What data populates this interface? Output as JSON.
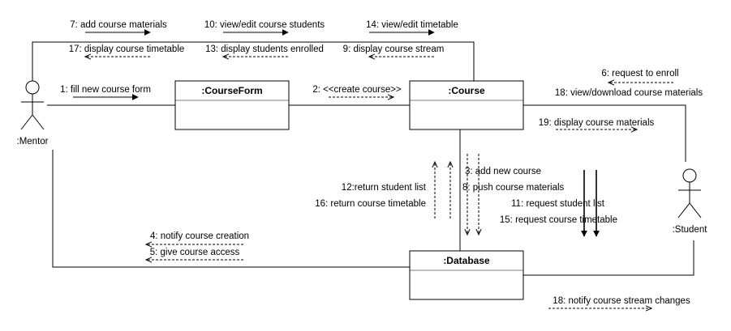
{
  "actors": {
    "mentor": ":Mentor",
    "student": ":Student"
  },
  "objects": {
    "course_form": ":CourseForm",
    "course": ":Course",
    "database": ":Database"
  },
  "messages": {
    "m1": "1: fill new course form",
    "m2": "2: <<create course>>",
    "m3": "3: add new course",
    "m4": "4: notify course creation",
    "m5": "5: give course access",
    "m6": "6: request to enroll",
    "m7": "7: add course materials",
    "m8": "8: push course materials",
    "m9": "9: display course stream",
    "m10": "10: view/edit course students",
    "m11": "11: request student list",
    "m12": "12:return student list",
    "m13": "13: display students enrolled",
    "m14": "14: view/edit timetable",
    "m15": "15: request course timetable",
    "m16": "16: return course timetable",
    "m17": "17: display course timetable",
    "m18a": "18: view/download course materials",
    "m18b": "18: notify course stream changes",
    "m19": "19: display course materials"
  },
  "colors": {
    "stroke": "#000000",
    "background": "#ffffff"
  }
}
